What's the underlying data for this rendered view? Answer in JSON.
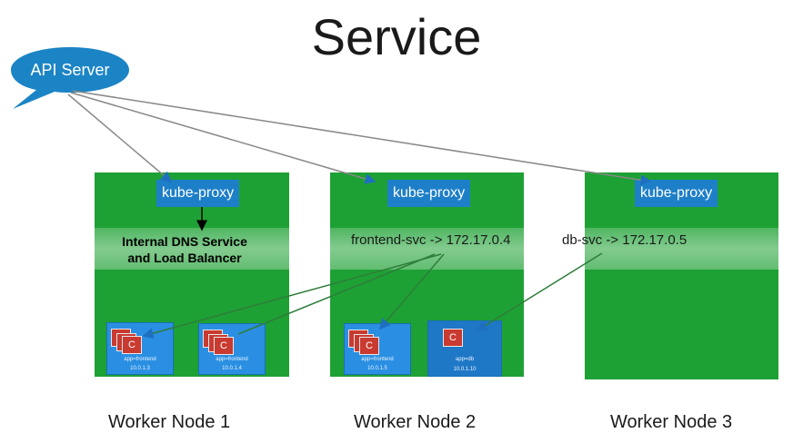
{
  "title": "Service",
  "api_server": {
    "label": "API Server"
  },
  "nodes": [
    {
      "kube_proxy": "kube-proxy",
      "label": "Worker Node 1",
      "pods": [
        {
          "c": "C",
          "app": "app=frontend",
          "ip": "10.0.1.3"
        },
        {
          "c": "C",
          "app": "app=frontend",
          "ip": "10.0.1.4"
        }
      ]
    },
    {
      "kube_proxy": "kube-proxy",
      "label": "Worker Node 2",
      "pods": [
        {
          "c": "C",
          "app": "app=frontend",
          "ip": "10.0.1.5"
        },
        {
          "c": "C",
          "app": "app=db",
          "ip": "10.0.1.10"
        }
      ]
    },
    {
      "kube_proxy": "kube-proxy",
      "label": "Worker Node 3",
      "pods": []
    }
  ],
  "load_balancer": {
    "label_line1": "Internal DNS Service",
    "label_line2": "and Load Balancer"
  },
  "services": [
    {
      "text": "frontend-svc -> 172.17.0.4"
    },
    {
      "text": "db-svc -> 172.17.0.5"
    }
  ],
  "colors": {
    "node_green": "#1ea134",
    "proxy_blue": "#1e7fc9",
    "bubble_blue": "#1b84c5",
    "container_red": "#c93a30",
    "arrow_gray": "#888888",
    "arrow_green": "#2e7d3a"
  }
}
